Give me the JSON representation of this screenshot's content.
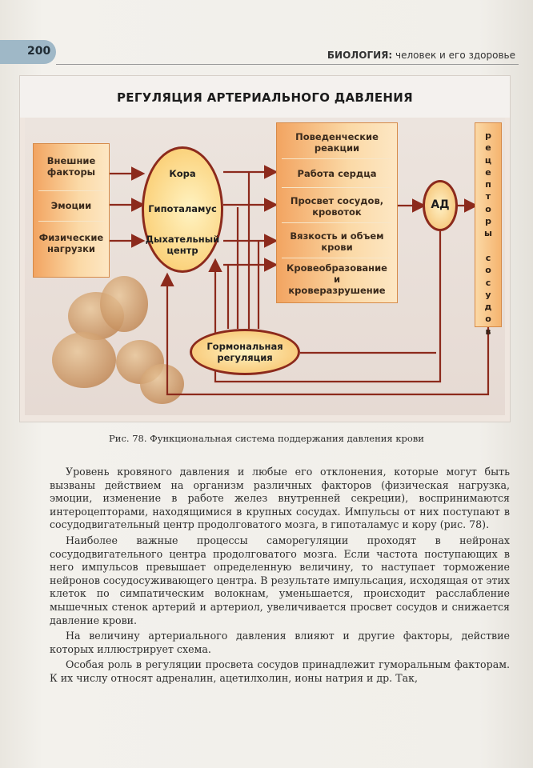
{
  "header": {
    "page_number": "200",
    "book_title": "БИОЛОГИЯ:",
    "book_subtitle": "человек и его здоровье"
  },
  "figure": {
    "title": "РЕГУЛЯЦИЯ АРТЕРИАЛЬНОГО ДАВЛЕНИЯ",
    "factors": [
      "Внешние\nфакторы",
      "Эмоции",
      "Физические\nнагрузки"
    ],
    "brain_centers": {
      "cortex": "Кора",
      "hypothalamus": "Гипоталамус",
      "respiratory": "Дыхательный\nцентр"
    },
    "hormonal": "Гормональная\nрегуляция",
    "effects": [
      "Поведенческие\nреакции",
      "Работа сердца",
      "Просвет сосудов,\nкровоток",
      "Вязкость и объем\nкрови",
      "Кровеобразование\nи\nкроверазрушение"
    ],
    "ad": "АД",
    "receptors": "р\nе\nц\nе\nп\nт\nо\nр\nы\n\nс\nо\nс\nу\nд\nо\nв"
  },
  "caption": "Рис. 78. Функциональная система поддержания давления крови",
  "paragraphs": [
    "Уровень кровяного давления и любые его отклонения, которые могут быть вызваны действием на организм различных факторов (физическая нагрузка, эмоции, изменение в работе желез внутренней секреции), воспринимаются интероцепторами, находящимися в крупных сосудах. Импульсы от них поступают в сосудодвигательный центр продолговатого мозга, в гипоталамус и кору (рис. 78).",
    "Наиболее важные процессы саморегуляции проходят в нейронах сосудодвигательного центра продолговатого мозга. Если частота поступающих в него импульсов превышает определенную величину, то наступает торможение нейронов сосудосуживающего центра. В результате импульсация, исходящая от этих клеток по симпатическим волокнам, уменьшается, происходит расслабление мышечных стенок артерий и артериол, увеличивается просвет сосудов и снижается давление крови.",
    "На величину артериального давления влияют и другие факторы, действие которых иллюстрирует схема.",
    "Особая роль в регуляции просвета сосудов принадлежит гуморальным факторам. К их числу относят адреналин, ацетилхолин, ионы натрия и др. Так,"
  ],
  "colors": {
    "block_orange": "#f2a461",
    "arrow_dark_red": "#8c2a1c",
    "page_tab_blue": "#9fb8c7"
  }
}
